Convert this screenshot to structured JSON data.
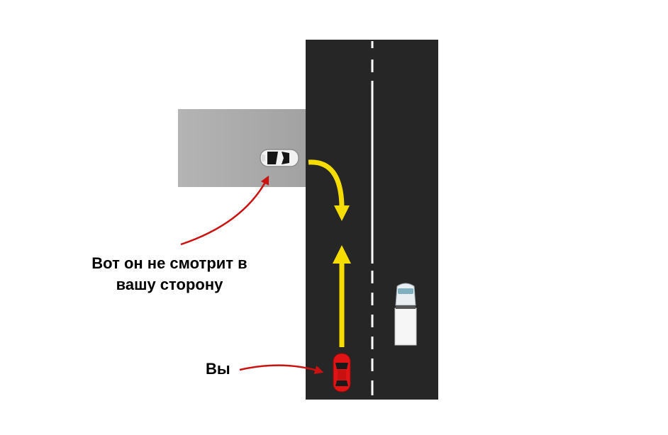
{
  "labels": {
    "other_car_line1": "Вот он не смотрит в",
    "other_car_line2": "вашу сторону",
    "you": "Вы"
  },
  "colors": {
    "road": "#262626",
    "side_road": "#a8a8a8",
    "lane_marking": "#ffffff",
    "path_arrow": "#f5dd00",
    "pointer_arrow": "#cc1111",
    "your_car": "#e01414",
    "other_car": "#f2f2f2"
  }
}
